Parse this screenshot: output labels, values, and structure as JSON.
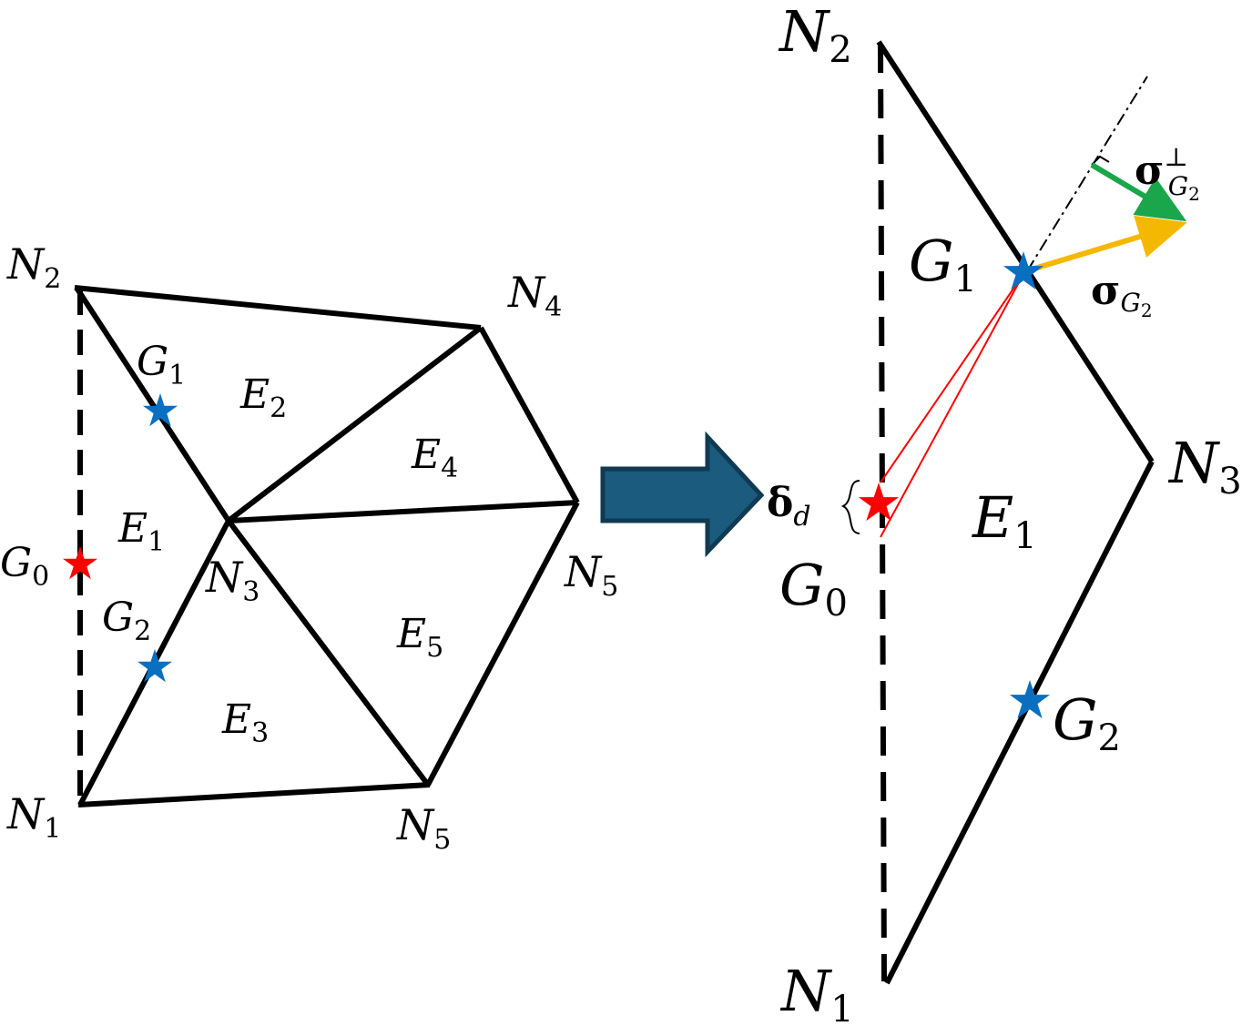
{
  "left_mesh": {
    "nodes": {
      "n2": {
        "base": "N",
        "sub": "2"
      },
      "n4": {
        "base": "N",
        "sub": "4"
      },
      "n3": {
        "base": "N",
        "sub": "3"
      },
      "n5_right": {
        "base": "N",
        "sub": "5"
      },
      "n1": {
        "base": "N",
        "sub": "1"
      },
      "n5_bottom": {
        "base": "N",
        "sub": "5"
      }
    },
    "elements": {
      "e1": {
        "base": "E",
        "sub": "1"
      },
      "e2": {
        "base": "E",
        "sub": "2"
      },
      "e3": {
        "base": "E",
        "sub": "3"
      },
      "e4": {
        "base": "E",
        "sub": "4"
      },
      "e5": {
        "base": "E",
        "sub": "5"
      }
    },
    "points": {
      "g0": {
        "base": "G",
        "sub": "0"
      },
      "g1": {
        "base": "G",
        "sub": "1"
      },
      "g2": {
        "base": "G",
        "sub": "2"
      }
    }
  },
  "right_detail": {
    "nodes": {
      "n2": {
        "base": "N",
        "sub": "2"
      },
      "n3": {
        "base": "N",
        "sub": "3"
      },
      "n1": {
        "base": "N",
        "sub": "1"
      }
    },
    "elements": {
      "e1": {
        "base": "E",
        "sub": "1"
      }
    },
    "points": {
      "g0": {
        "base": "G",
        "sub": "0"
      },
      "g1": {
        "base": "G",
        "sub": "1"
      },
      "g2": {
        "base": "G",
        "sub": "2"
      }
    },
    "vectors": {
      "sigma_perp": {
        "base": "σ",
        "sup": "⊥",
        "sub": "G",
        "subsub": "2"
      },
      "sigma": {
        "base": "σ",
        "sub": "G",
        "subsub": "2"
      }
    },
    "offset": {
      "base": "δ",
      "sub": "d"
    }
  },
  "colors": {
    "outline": "#000000",
    "gauss_star": "#0a6fc0",
    "target_star": "#ff0000",
    "sigma_vector": "#f5b800",
    "sigma_perp_vector": "#1aa64a",
    "connector": "#ff0000",
    "arrow_fill": "#1b5b7e",
    "arrow_stroke": "#0f3a52"
  }
}
